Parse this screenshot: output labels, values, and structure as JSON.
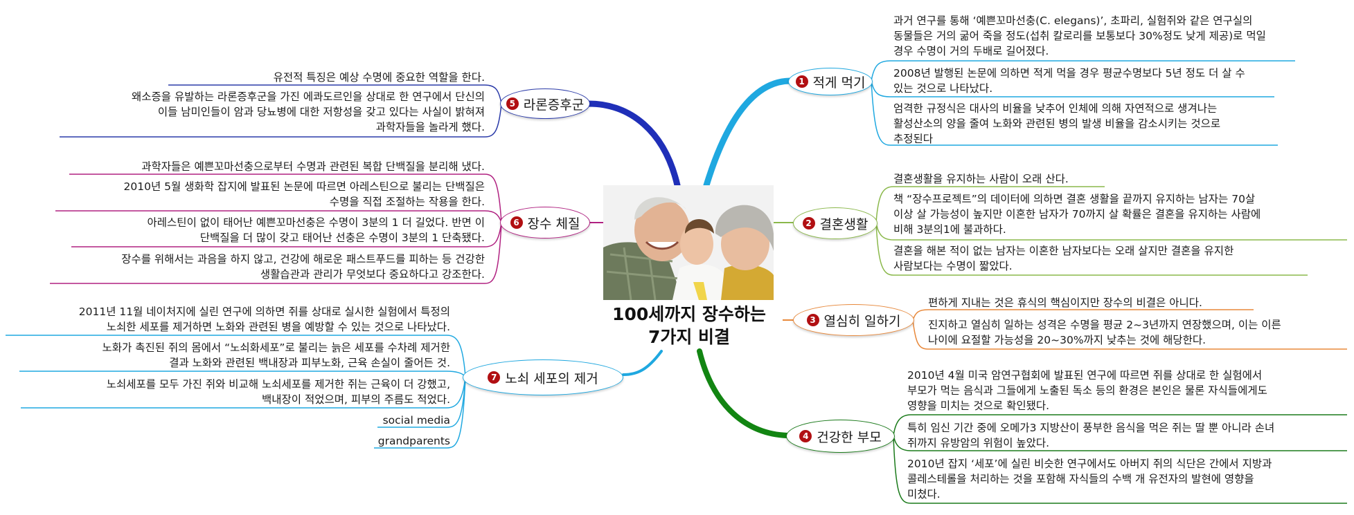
{
  "central": {
    "title_line1": "100세까지 장수하는",
    "title_line2": "7가지 비결",
    "image": "grandparents-kissing-child-photo"
  },
  "colors": {
    "branch1": "#1fa8e0",
    "branch2": "#8ab84a",
    "branch3": "#e8883a",
    "branch4": "#1a7a1a",
    "branch5": "#2a3aa8",
    "branch6": "#b02080",
    "branch7": "#1fa8e0",
    "badge": "#b10f12"
  },
  "branches": [
    {
      "number": "1",
      "label": "적게 먹기",
      "leaves": [
        [
          "과거 연구를 통해 ‘예쁜꼬마선충(C. elegans)’, 초파리, 실험쥐와 같은 연구실의",
          "동물들은 거의 굶어 죽을 정도(섭취 칼로리를 보통보다 30%정도 낮게 제공)로 먹일",
          "경우 수명이 거의 두배로 길어졌다."
        ],
        [
          "2008년 발행된 논문에 의하면 적게 먹을 경우 평균수명보다 5년 정도 더 살 수",
          "있는 것으로 나타났다."
        ],
        [
          "엄격한 규정식은 대사의 비율을 낮추어 인체에 의해 자연적으로 생겨나는",
          "활성산소의 양을 줄여 노화와 관련된 병의 발생 비율을 감소시키는 것으로",
          "추정된다"
        ]
      ]
    },
    {
      "number": "2",
      "label": "결혼생활",
      "leaves": [
        [
          "결혼생활을 유지하는 사람이 오래 산다."
        ],
        [
          "책 “장수프로젝트”의 데이터에 의하면 결혼 생활을 끝까지 유지하는 남자는 70살",
          "이상 살 가능성이 높지만 이혼한 남자가 70까지 살 확률은 결혼을 유지하는 사람에",
          "비해 3분의1에 불과하다."
        ],
        [
          "결혼을 해본 적이 없는 남자는 이혼한 남자보다는 오래 살지만 결혼을 유지한",
          "사람보다는 수명이 짧았다."
        ]
      ]
    },
    {
      "number": "3",
      "label": "열심히 일하기",
      "leaves": [
        [
          "편하게 지내는 것은 휴식의 핵심이지만 장수의 비결은 아니다."
        ],
        [
          "진지하고 열심히 일하는 성격은 수명을 평균 2~3년까지 연장했으며, 이는 이른",
          "나이에 요절할 가능성을 20~30%까지 낮추는 것에 해당한다."
        ]
      ]
    },
    {
      "number": "4",
      "label": "건강한 부모",
      "leaves": [
        [
          "2010년 4월 미국 암연구협회에 발표된 연구에 따르면 쥐를 상대로 한 실험에서",
          "부모가 먹는 음식과 그들에게 노출된 독소 등의 환경은 본인은 물론 자식들에게도",
          "영향을 미치는 것으로 확인됐다."
        ],
        [
          "특히 임신 기간 중에 오메가3 지방산이 풍부한 음식을 먹은 쥐는 딸 뿐 아니라 손녀",
          "쥐까지 유방암의 위험이 높았다."
        ],
        [
          "2010년 잡지 ‘세포’에 실린 비슷한 연구에서도 아버지 쥐의 식단은 간에서 지방과",
          "콜레스테롤을 처리하는 것을 포함해 자식들의 수백 개 유전자의 발현에 영향을",
          "미쳤다."
        ]
      ]
    },
    {
      "number": "5",
      "label": "라론증후군",
      "leaves": [
        [
          "유전적 특징은 예상 수명에 중요한 역할을 한다."
        ],
        [
          "왜소증을 유발하는 라론증후군을 가진 에콰도르인을 상대로 한 연구에서 단신의",
          "이들 남미인들이 암과 당뇨병에 대한 저항성을 갖고 있다는 사실이 밝혀져",
          "과학자들을 놀라게 했다."
        ]
      ]
    },
    {
      "number": "6",
      "label": "장수 체질",
      "leaves": [
        [
          "과학자들은 예쁜꼬마선충으로부터 수명과 관련된 복합 단백질을 분리해 냈다."
        ],
        [
          "2010년 5월 생화학 잡지에 발표된 논문에 따르면 아레스틴으로 불리는 단백질은",
          "수명을 직접 조절하는 작용을 한다."
        ],
        [
          "아레스틴이 없이 태어난 예쁜꼬마선충은 수명이 3분의 1 더 길었다. 반면 이",
          "단백질을 더 많이 갖고 태어난 선충은 수명이 3분의 1 단축됐다."
        ],
        [
          "장수를 위해서는 과음을 하지 않고, 건강에 해로운 패스트푸드를 피하는 등 건강한",
          "생활습관과 관리가 무엇보다 중요하다고 강조한다."
        ]
      ]
    },
    {
      "number": "7",
      "label": "노쇠 세포의 제거",
      "leaves": [
        [
          "2011년 11월 네이처지에 실린 연구에 의하면 쥐를 상대로 실시한 실험에서 특정의",
          "노쇠한 세포를 제거하면 노화와 관련된 병을 예방할 수 있는 것으로 나타났다."
        ],
        [
          "노화가 촉진된 쥐의 몸에서 “노쇠화세포”로 불리는 늙은 세포를 수차례 제거한",
          "결과 노화와 관련된 백내장과 피부노화, 근육 손실이 줄어든 것."
        ],
        [
          "노쇠세포를 모두 가진 쥐와 비교해 노쇠세포를 제거한 쥐는 근육이 더 강했고,",
          "백내장이 적었으며, 피부의 주름도 적었다."
        ],
        [
          "social media"
        ],
        [
          "grandparents"
        ]
      ]
    }
  ]
}
